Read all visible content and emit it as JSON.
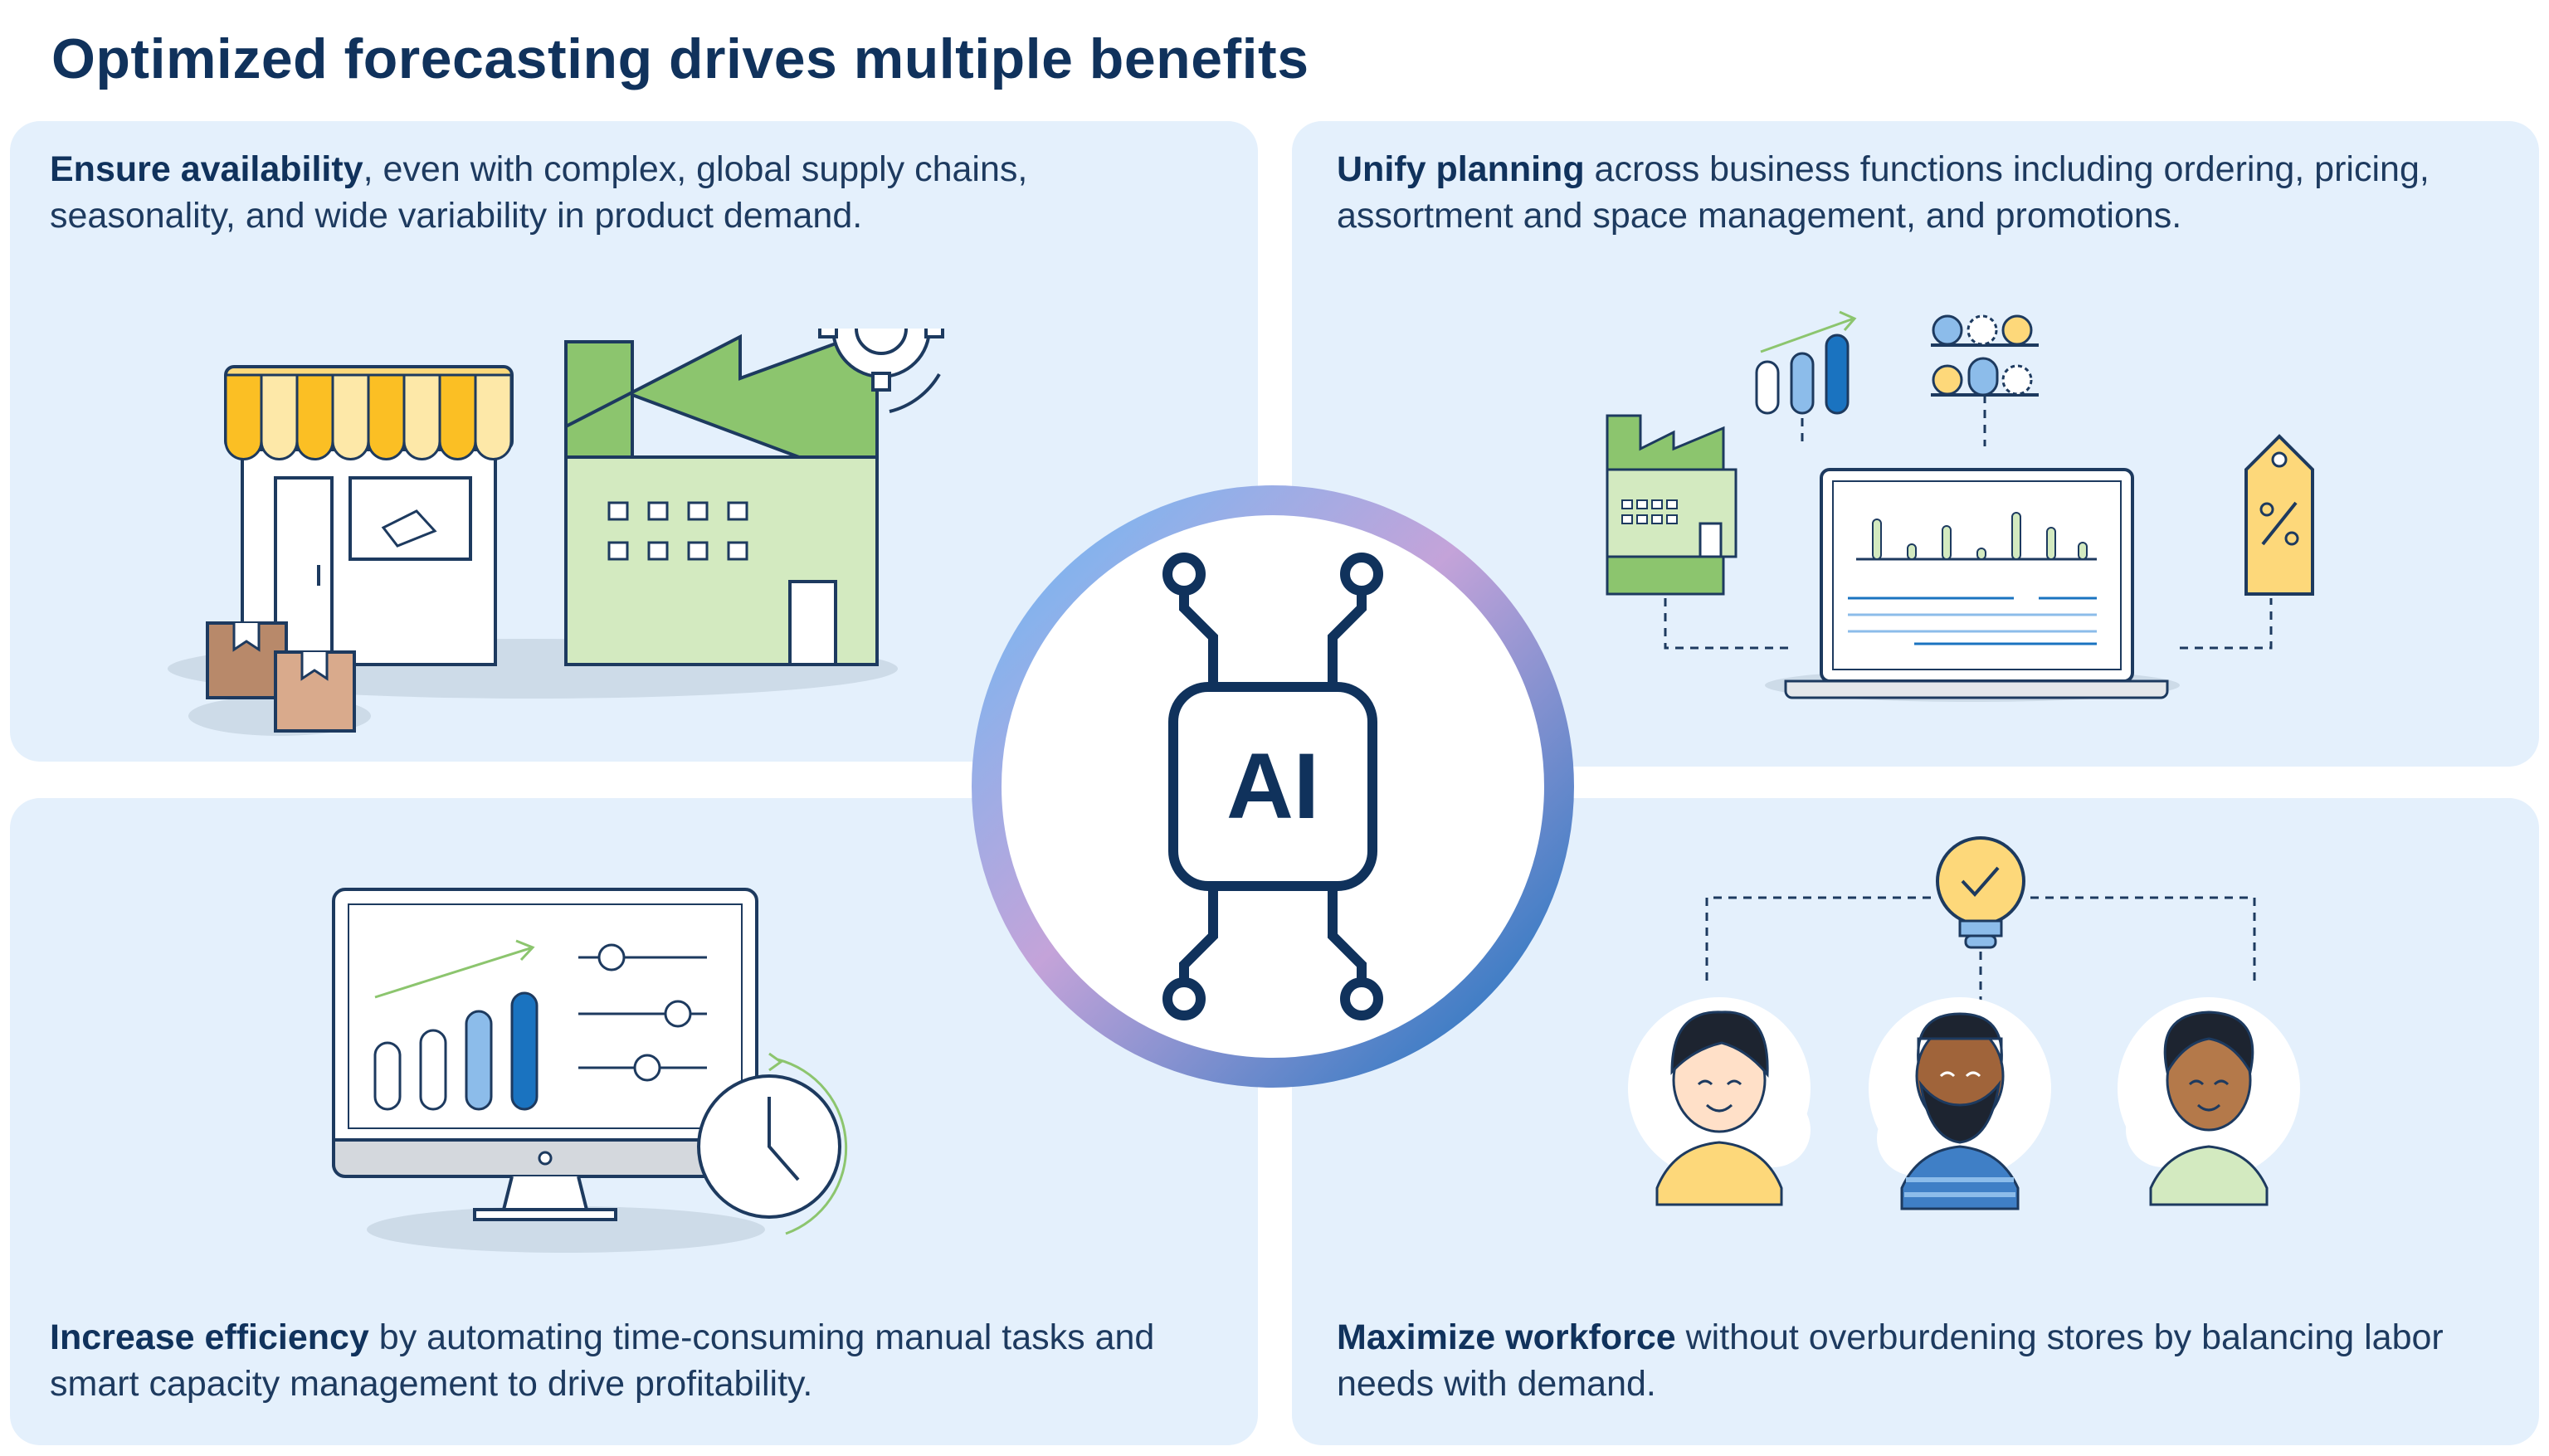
{
  "title": "Optimized forecasting drives multiple benefits",
  "panels": {
    "ensure": {
      "heading": "Ensure availability",
      "text": ", even with complex, global supply chains, seasonality, and wide variability in product demand."
    },
    "unify": {
      "heading": "Unify planning",
      "text": " across business functions including ordering, pricing, assortment and space management, and promotions."
    },
    "efficiency": {
      "heading": "Increase efficiency",
      "text": " by automating time-consuming manual tasks and smart capacity management to drive profitability."
    },
    "workforce": {
      "heading": "Maximize workforce",
      "text": " without overburdening stores by balancing labor needs with demand."
    }
  },
  "hub": {
    "label": "AI"
  },
  "colors": {
    "title": "#10325c",
    "panel_bg": "#e4f0fc",
    "dark_blue": "#1d3a5f",
    "green": "#8cc56e",
    "light_green": "#d3eac0",
    "yellow": "#fdd87a",
    "blue": "#1a73c0",
    "light_blue": "#8cbcea",
    "ring_start": "#6cb9f5",
    "ring_purple": "#c4a3d9"
  },
  "icons": [
    "store-icon",
    "factory-icon",
    "gear-icon",
    "package-icon",
    "laptop-icon",
    "bar-chart-icon",
    "shelf-icon",
    "price-tag-icon",
    "monitor-icon",
    "slider-icon",
    "clock-icon",
    "lightbulb-icon",
    "person-icon",
    "ai-chip-icon"
  ]
}
